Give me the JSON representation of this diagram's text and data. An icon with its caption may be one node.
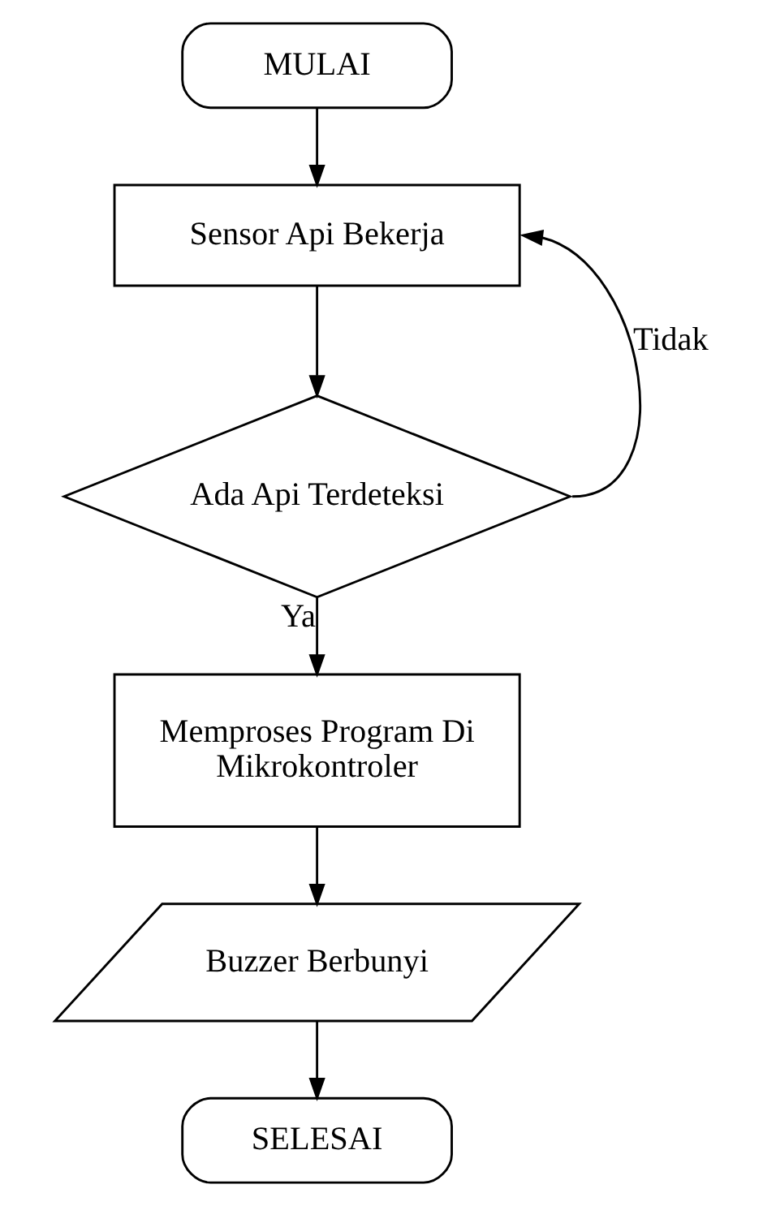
{
  "diagram": {
    "nodes": [
      {
        "text": [
          "MULAI"
        ]
      },
      {
        "text": [
          "Sensor Api Bekerja"
        ]
      },
      {
        "text": [
          "Ada Api Terdeteksi"
        ]
      },
      {
        "text": [
          "Memproses Program Di Mikrokontroler"
        ]
      },
      {
        "text": [
          "Buzzer Berbunyi"
        ]
      },
      {
        "text": [
          "SELESAI"
        ]
      }
    ],
    "edges": [
      {
        "from": 0,
        "to": 1,
        "arrow": "to"
      },
      {
        "from": 1,
        "to": 2,
        "arrow": "to"
      },
      {
        "from": 2,
        "to": 1,
        "arrow": "to",
        "label": "Tidak"
      },
      {
        "from": 2,
        "to": 3,
        "arrow": "to",
        "label": "Ya"
      },
      {
        "from": 3,
        "to": 4,
        "arrow": "to"
      },
      {
        "from": 4,
        "to": 5,
        "arrow": "to"
      }
    ]
  }
}
